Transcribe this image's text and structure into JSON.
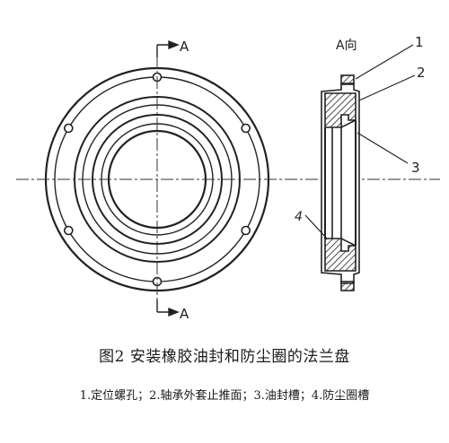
{
  "figure": {
    "section_arrow_top": "A",
    "section_arrow_bottom": "A",
    "view_label": "A向",
    "part_labels": [
      "1",
      "2",
      "3",
      "4"
    ]
  },
  "caption": "图2  安装橡胶油封和防尘圈的法兰盘",
  "legend": "1.定位螺孔；2.轴承外套止推面；3.油封槽；4.防尘圈槽"
}
